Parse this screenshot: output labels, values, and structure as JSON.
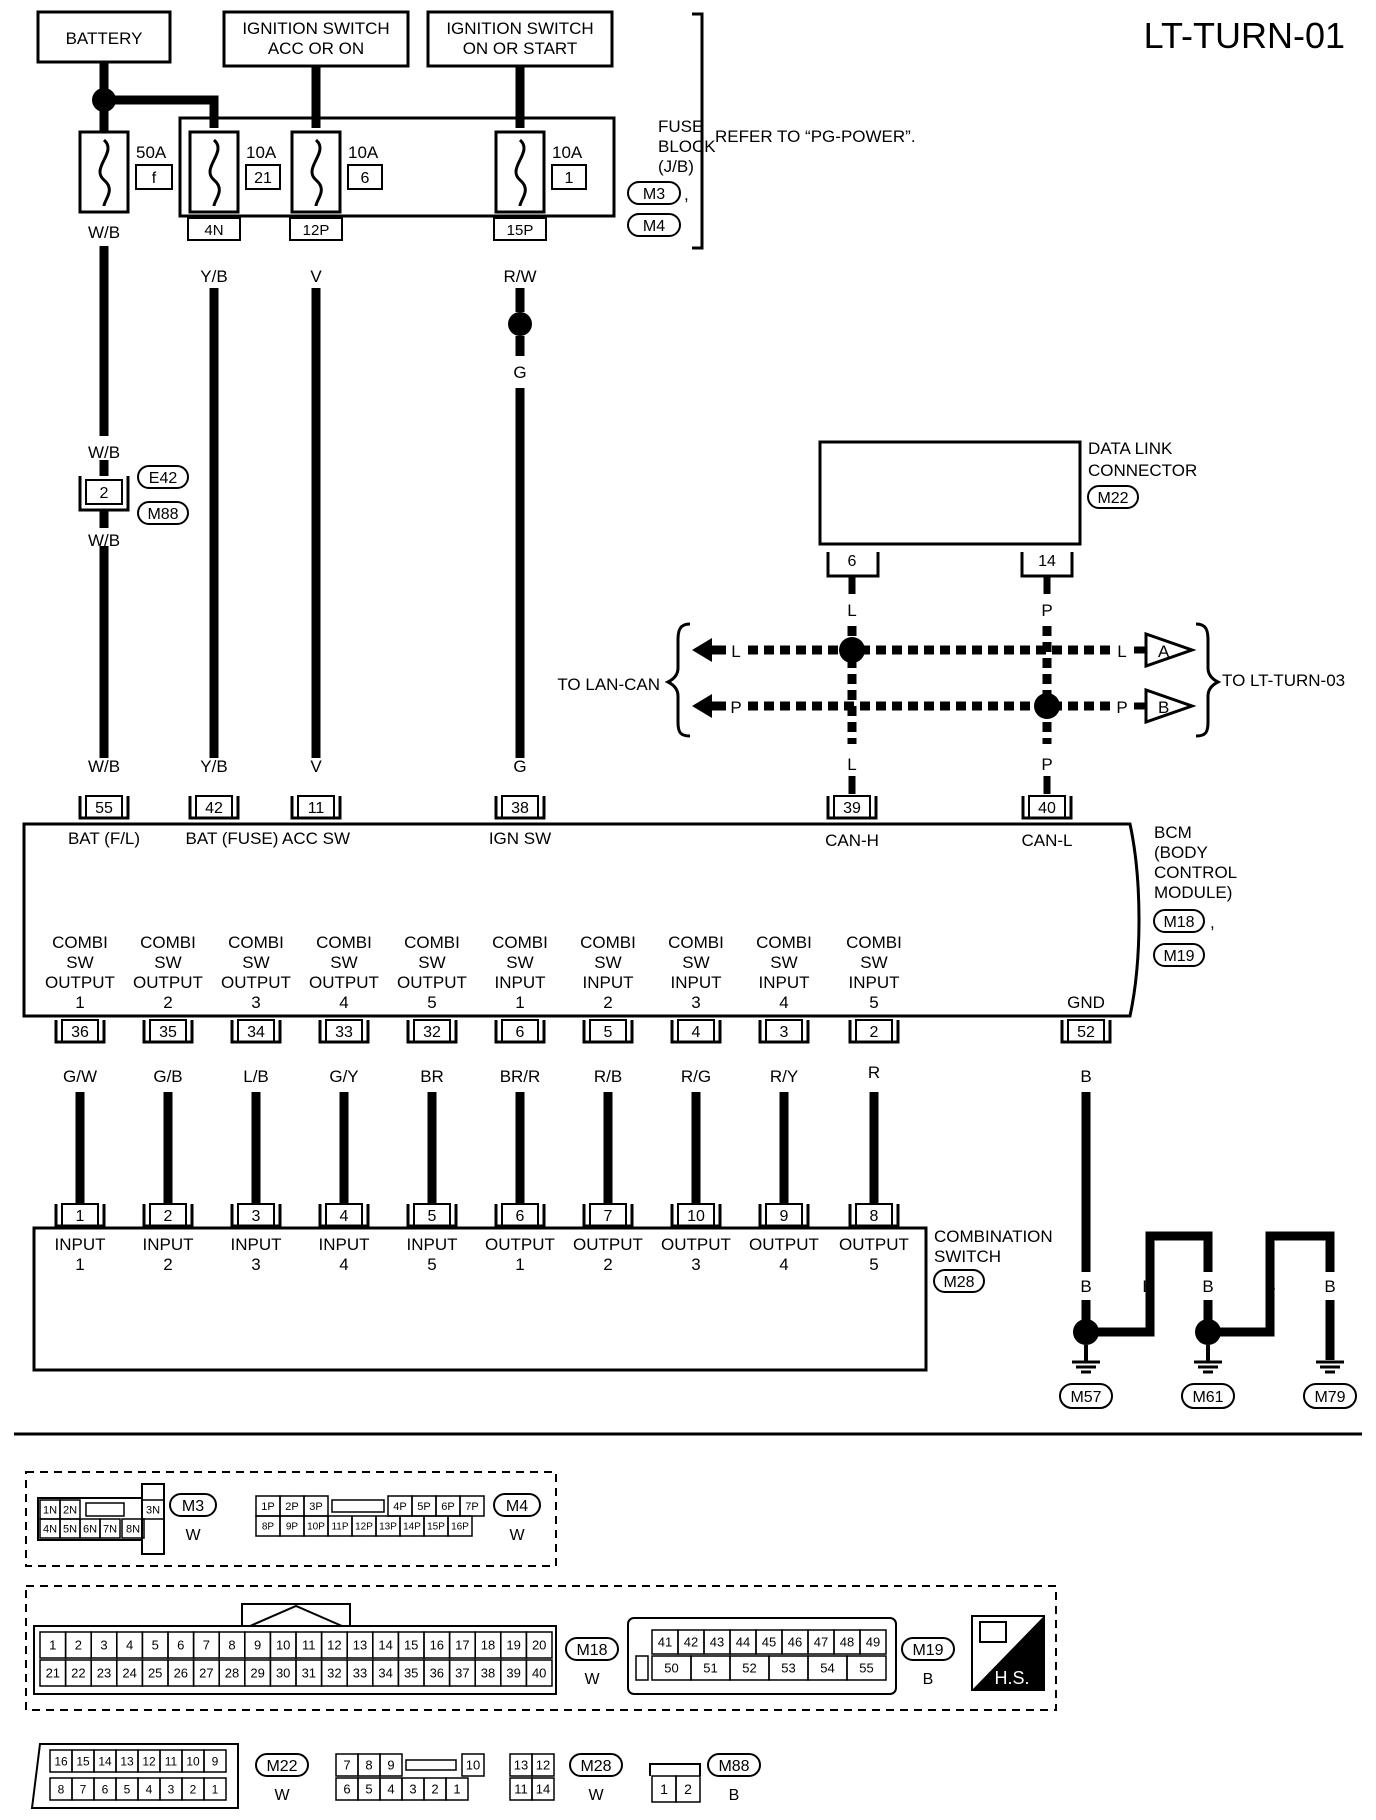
{
  "title": "LT-TURN-01",
  "sources": [
    {
      "label": "BATTERY"
    },
    {
      "line1": "IGNITION SWITCH",
      "line2": "ACC OR ON"
    },
    {
      "line1": "IGNITION SWITCH",
      "line2": "ON OR START"
    }
  ],
  "fuses": [
    {
      "amp": "50A",
      "id": "f",
      "pin": ""
    },
    {
      "amp": "10A",
      "id": "21",
      "pin": "4N"
    },
    {
      "amp": "10A",
      "id": "6",
      "pin": "12P"
    },
    {
      "amp": "10A",
      "id": "1",
      "pin": "15P"
    }
  ],
  "fuse_block": {
    "line1": "FUSE",
    "line2": "BLOCK",
    "line3": "(J/B)",
    "conn1": "M3",
    "conn2": "M4",
    "comma": ","
  },
  "refer_note": "REFER TO “PG-POWER”.",
  "wires_top": {
    "wb": "W/B",
    "yb": "Y/B",
    "v": "V",
    "rw": "R/W",
    "g": "G"
  },
  "inline_connector": {
    "pin": "2",
    "conn1": "E42",
    "conn2": "M88",
    "wire": "W/B"
  },
  "dlc": {
    "line1": "DATA LINK",
    "line2": "CONNECTOR",
    "conn": "M22",
    "pin_h": "6",
    "pin_l": "14"
  },
  "can": {
    "to_left": "TO LAN-CAN",
    "to_right": "TO LT-TURN-03",
    "l": "L",
    "p": "P",
    "a": "A",
    "b": "B"
  },
  "bcm": {
    "line1": "BCM",
    "line2": "(BODY",
    "line3": "CONTROL",
    "line4": "MODULE)",
    "conn1": "M18",
    "conn2": "M19",
    "comma": ",",
    "top_pins": [
      {
        "wire": "W/B",
        "pin": "55",
        "label": "BAT (F/L)"
      },
      {
        "wire": "Y/B",
        "pin": "42",
        "label": "BAT (FUSE)"
      },
      {
        "wire": "V",
        "pin": "11",
        "label": "ACC SW"
      },
      {
        "wire": "G",
        "pin": "38",
        "label": "IGN SW"
      },
      {
        "wire": "L",
        "pin": "39",
        "label": "CAN-H"
      },
      {
        "wire": "P",
        "pin": "40",
        "label": "CAN-L"
      }
    ],
    "bottom_pins": [
      {
        "l1": "COMBI",
        "l2": "SW",
        "l3": "OUTPUT",
        "l4": "1",
        "pin": "36",
        "wire": "G/W",
        "cpin": "1",
        "cl1": "INPUT",
        "cl2": "1"
      },
      {
        "l1": "COMBI",
        "l2": "SW",
        "l3": "OUTPUT",
        "l4": "2",
        "pin": "35",
        "wire": "G/B",
        "cpin": "2",
        "cl1": "INPUT",
        "cl2": "2"
      },
      {
        "l1": "COMBI",
        "l2": "SW",
        "l3": "OUTPUT",
        "l4": "3",
        "pin": "34",
        "wire": "L/B",
        "cpin": "3",
        "cl1": "INPUT",
        "cl2": "3"
      },
      {
        "l1": "COMBI",
        "l2": "SW",
        "l3": "OUTPUT",
        "l4": "4",
        "pin": "33",
        "wire": "G/Y",
        "cpin": "4",
        "cl1": "INPUT",
        "cl2": "4"
      },
      {
        "l1": "COMBI",
        "l2": "SW",
        "l3": "OUTPUT",
        "l4": "5",
        "pin": "32",
        "wire": "BR",
        "cpin": "5",
        "cl1": "INPUT",
        "cl2": "5"
      },
      {
        "l1": "COMBI",
        "l2": "SW",
        "l3": "INPUT",
        "l4": "1",
        "pin": "6",
        "wire": "BR/R",
        "cpin": "6",
        "cl1": "OUTPUT",
        "cl2": "1"
      },
      {
        "l1": "COMBI",
        "l2": "SW",
        "l3": "INPUT",
        "l4": "2",
        "pin": "5",
        "wire": "R/B",
        "cpin": "7",
        "cl1": "OUTPUT",
        "cl2": "2"
      },
      {
        "l1": "COMBI",
        "l2": "SW",
        "l3": "INPUT",
        "l4": "3",
        "pin": "4",
        "wire": "R/G",
        "cpin": "10",
        "cl1": "OUTPUT",
        "cl2": "3"
      },
      {
        "l1": "COMBI",
        "l2": "SW",
        "l3": "INPUT",
        "l4": "4",
        "pin": "3",
        "wire": "R/Y",
        "cpin": "9",
        "cl1": "OUTPUT",
        "cl2": "4"
      },
      {
        "l1": "COMBI",
        "l2": "SW",
        "l3": "INPUT",
        "l4": "5",
        "pin": "2",
        "wire": "R",
        "cpin": "8",
        "cl1": "OUTPUT",
        "cl2": "5"
      }
    ],
    "gnd": {
      "label": "GND",
      "pin": "52",
      "wire": "B"
    }
  },
  "combination_switch": {
    "line1": "COMBINATION",
    "line2": "SWITCH",
    "conn": "M28"
  },
  "grounds": {
    "wire": "B",
    "g1": "M57",
    "g2": "M61",
    "g3": "M79"
  },
  "connectors": {
    "m3": {
      "id": "M3",
      "color": "W",
      "row1": [
        "1N",
        "2N",
        "3N"
      ],
      "row2": [
        "4N",
        "5N",
        "6N",
        "7N",
        "8N"
      ]
    },
    "m4": {
      "id": "M4",
      "color": "W",
      "row1": [
        "1P",
        "2P",
        "3P",
        "4P",
        "5P",
        "6P",
        "7P"
      ],
      "row2": [
        "8P",
        "9P",
        "10P",
        "11P",
        "12P",
        "13P",
        "14P",
        "15P",
        "16P"
      ]
    },
    "m18": {
      "id": "M18",
      "color": "W",
      "row1": [
        "1",
        "2",
        "3",
        "4",
        "5",
        "6",
        "7",
        "8",
        "9",
        "10",
        "11",
        "12",
        "13",
        "14",
        "15",
        "16",
        "17",
        "18",
        "19",
        "20"
      ],
      "row2": [
        "21",
        "22",
        "23",
        "24",
        "25",
        "26",
        "27",
        "28",
        "29",
        "30",
        "31",
        "32",
        "33",
        "34",
        "35",
        "36",
        "37",
        "38",
        "39",
        "40"
      ]
    },
    "m19": {
      "id": "M19",
      "color": "B",
      "row1": [
        "41",
        "42",
        "43",
        "44",
        "45",
        "46",
        "47",
        "48",
        "49"
      ],
      "row2": [
        "50",
        "51",
        "52",
        "53",
        "54",
        "55"
      ]
    },
    "m22": {
      "id": "M22",
      "color": "W",
      "row1": [
        "16",
        "15",
        "14",
        "13",
        "12",
        "11",
        "10",
        "9"
      ],
      "row2": [
        "8",
        "7",
        "6",
        "5",
        "4",
        "3",
        "2",
        "1"
      ]
    },
    "m28": {
      "id": "M28",
      "color": "W",
      "row1": [
        "7",
        "8",
        "9",
        "10",
        "13",
        "12"
      ],
      "row2": [
        "6",
        "5",
        "4",
        "3",
        "2",
        "1",
        "11",
        "14"
      ]
    },
    "m88": {
      "id": "M88",
      "color": "B",
      "row1": [
        "1",
        "2"
      ]
    },
    "hs": "H.S."
  }
}
